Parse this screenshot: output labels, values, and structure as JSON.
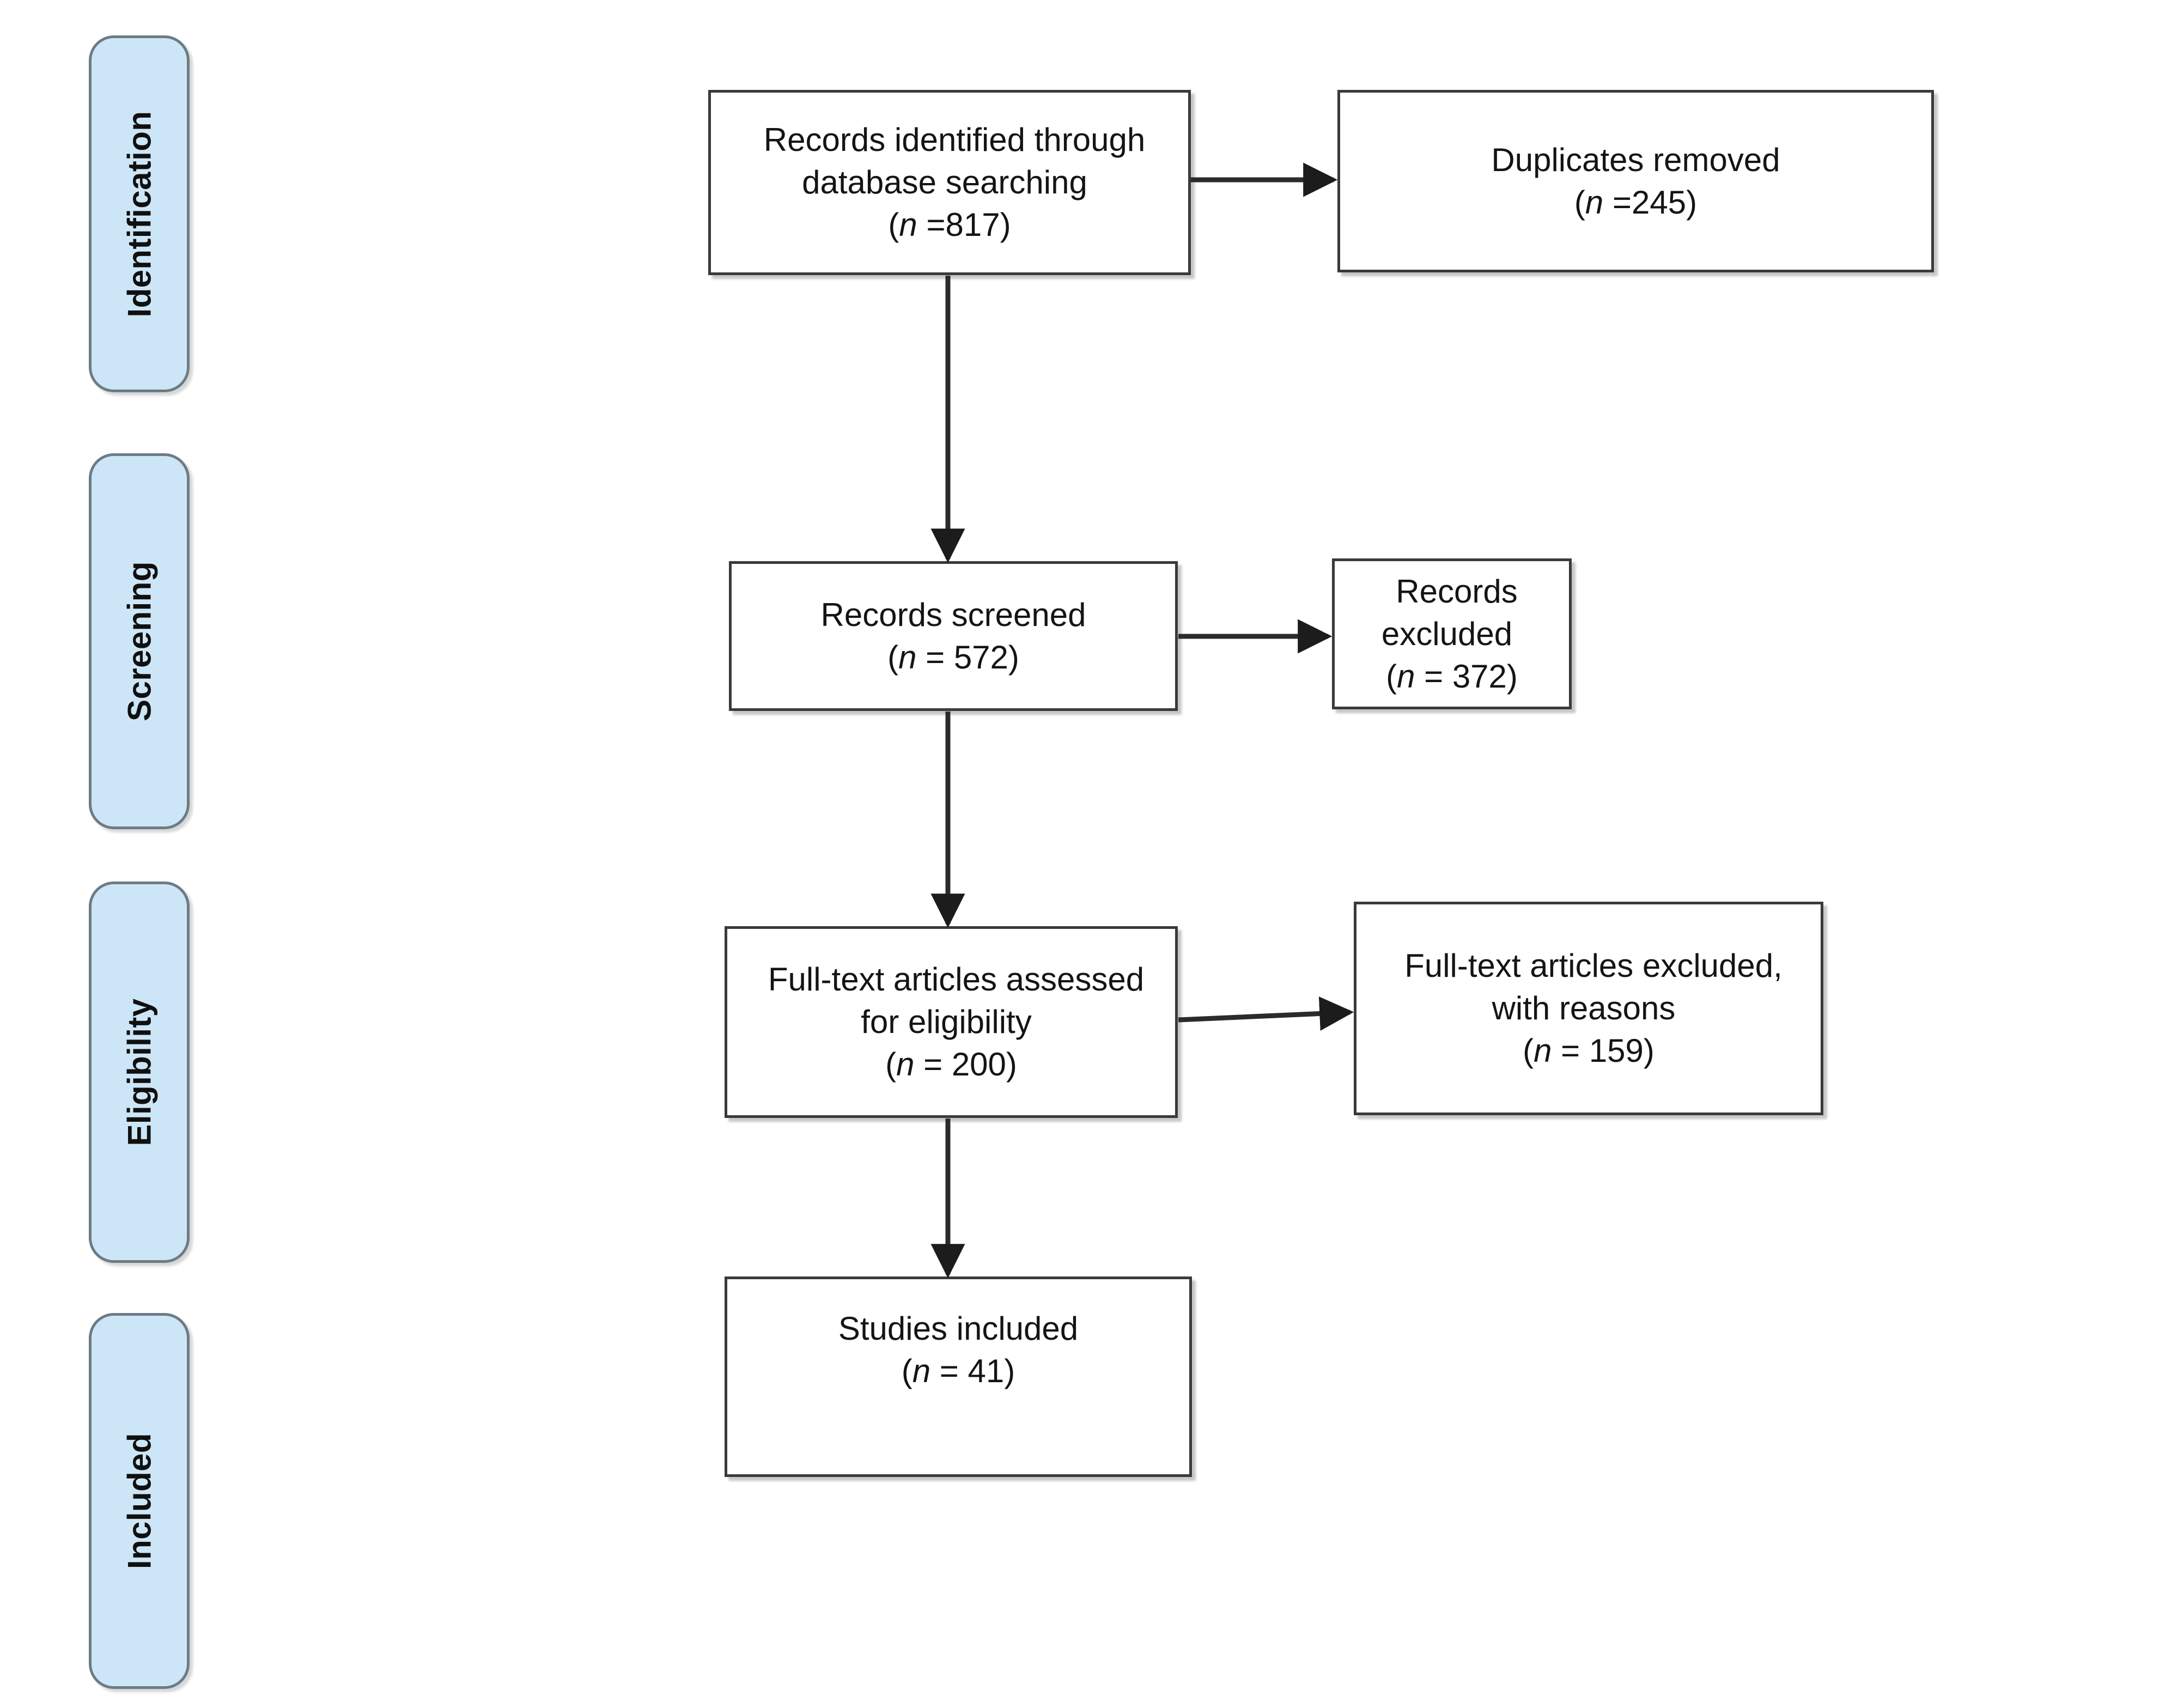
{
  "diagram": {
    "type": "PRISMA flow diagram",
    "accent_color": "#cde6f7",
    "pill_border_color": "#6d7b85",
    "box_border_color": "#3a3a3a",
    "connector_color": "#2b2b2b",
    "background_color": "#ffffff"
  },
  "stages": [
    {
      "id": "identification",
      "label": "Identification"
    },
    {
      "id": "screening",
      "label": "Screening"
    },
    {
      "id": "eligibility",
      "label": "Eligibility"
    },
    {
      "id": "included",
      "label": "Included"
    }
  ],
  "boxes": {
    "records_identified": {
      "text": "Records identified through\ndatabase searching",
      "count_prefix": "(",
      "count_symbol": "n",
      "count_value": " =817)",
      "count_full": "(n =817)",
      "n": 817
    },
    "duplicates_removed": {
      "text": "Duplicates removed",
      "count_prefix": "(",
      "count_symbol": "n",
      "count_value": " =245)",
      "count_full": "(n =245)",
      "n": 245
    },
    "records_screened": {
      "text": "Records screened",
      "count_prefix": "(",
      "count_symbol": "n",
      "count_value": " = 572)",
      "count_full": "(n = 572)",
      "n": 572
    },
    "records_excluded": {
      "text": "Records excluded",
      "count_prefix": "(",
      "count_symbol": "n",
      "count_value": " = 372)",
      "count_full": "(n = 372)",
      "n": 372
    },
    "fulltext_assessed": {
      "text": "Full-text articles assessed\nfor eligibility",
      "count_prefix": "(",
      "count_symbol": "n",
      "count_value": " = 200)",
      "count_full": "(n = 200)",
      "n": 200
    },
    "fulltext_excluded": {
      "text": "Full-text articles excluded,\nwith reasons",
      "count_prefix": "(",
      "count_symbol": "n",
      "count_value": " = 159)",
      "count_full": "(n = 159)",
      "n": 159
    },
    "studies_included": {
      "text": "Studies included",
      "count_prefix": "(",
      "count_symbol": "n",
      "count_value": " = 41)",
      "count_full": "(n = 41)",
      "n": 41
    }
  },
  "flow": {
    "nodes": [
      "records_identified",
      "duplicates_removed",
      "records_screened",
      "records_excluded",
      "fulltext_assessed",
      "fulltext_excluded",
      "studies_included"
    ],
    "edges": [
      {
        "from": "records_identified",
        "to": "duplicates_removed",
        "direction": "right"
      },
      {
        "from": "records_identified",
        "to": "records_screened",
        "direction": "down"
      },
      {
        "from": "records_screened",
        "to": "records_excluded",
        "direction": "right"
      },
      {
        "from": "records_screened",
        "to": "fulltext_assessed",
        "direction": "down"
      },
      {
        "from": "fulltext_assessed",
        "to": "fulltext_excluded",
        "direction": "right"
      },
      {
        "from": "fulltext_assessed",
        "to": "studies_included",
        "direction": "down"
      }
    ]
  }
}
